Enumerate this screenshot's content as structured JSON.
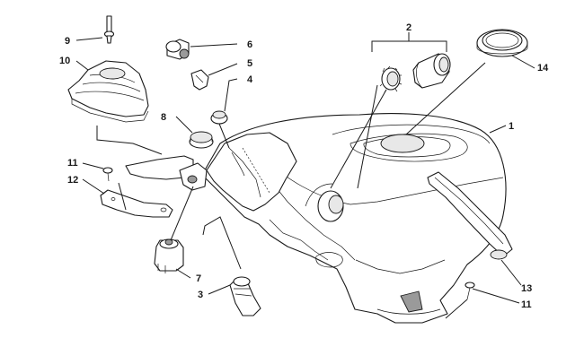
{
  "callouts": {
    "c1": "1",
    "c2": "2",
    "c3": "3",
    "c4": "4",
    "c5": "5",
    "c6": "6",
    "c7": "7",
    "c8": "8",
    "c9": "9",
    "c10": "10",
    "c11a": "11",
    "c11b": "11",
    "c12": "12",
    "c13": "13",
    "c14": "14"
  }
}
